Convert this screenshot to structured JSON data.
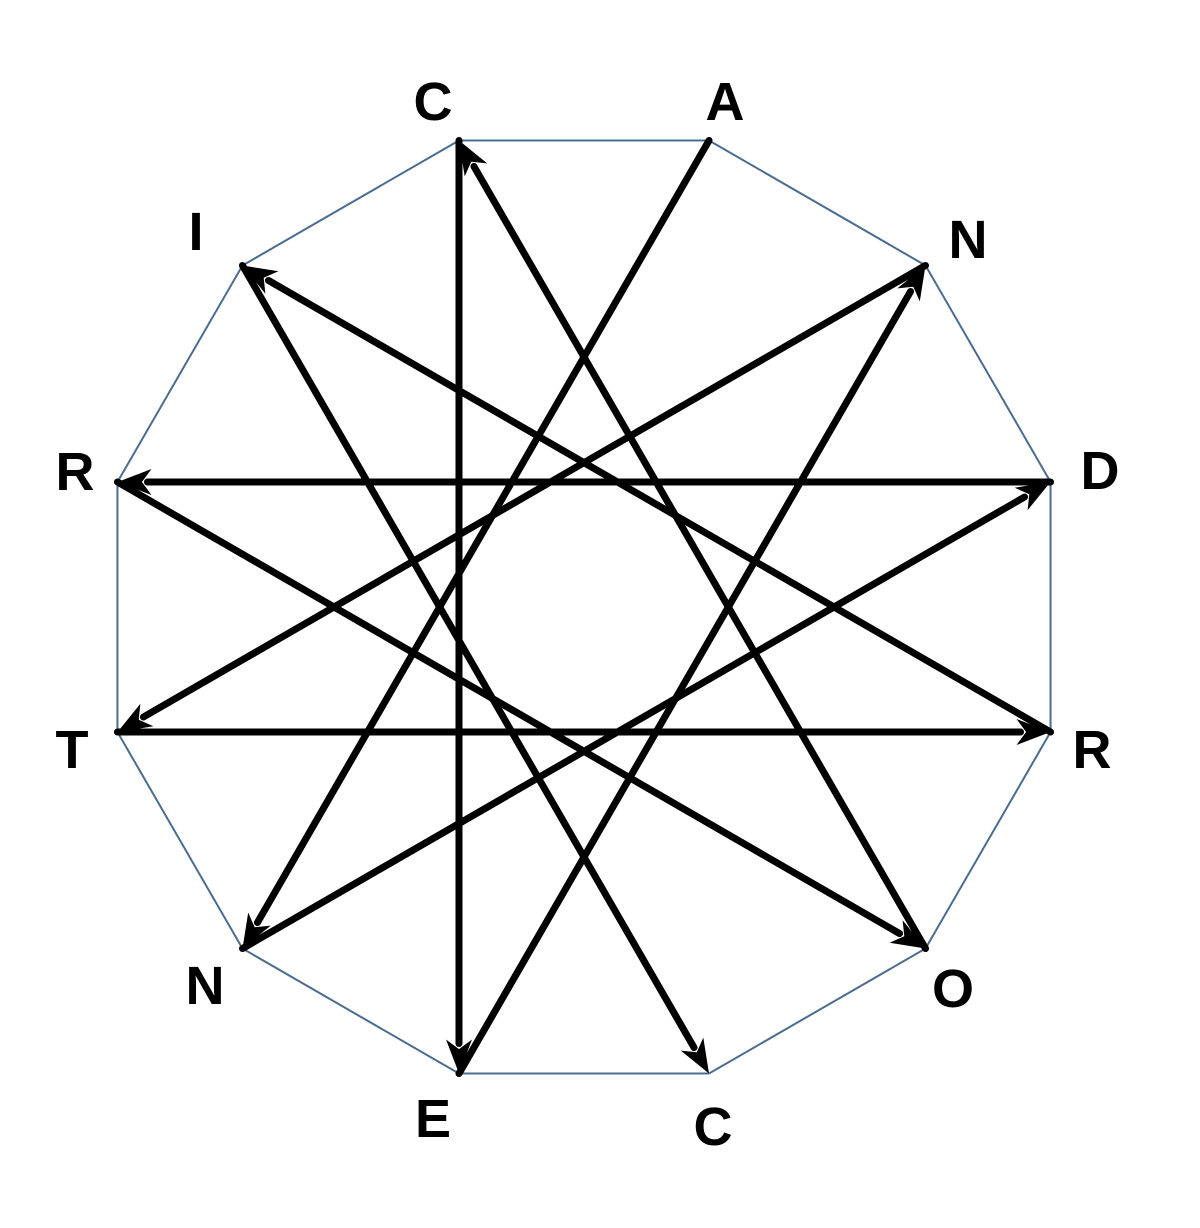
{
  "colors": {
    "outline": "#4a6c8f",
    "arrow": "#000000",
    "label": "#000000",
    "background": "#ffffff"
  },
  "vertices": [
    {
      "id": "top-left",
      "label": "C"
    },
    {
      "id": "top-right",
      "label": "A"
    },
    {
      "id": "upper-right",
      "label": "N"
    },
    {
      "id": "right-upper",
      "label": "D"
    },
    {
      "id": "right-lower",
      "label": "R"
    },
    {
      "id": "lower-right",
      "label": "O"
    },
    {
      "id": "bottom-right",
      "label": "C"
    },
    {
      "id": "bottom-left",
      "label": "E"
    },
    {
      "id": "lower-left",
      "label": "N"
    },
    {
      "id": "left-lower",
      "label": "T"
    },
    {
      "id": "left-upper",
      "label": "R"
    },
    {
      "id": "upper-left",
      "label": "I"
    }
  ],
  "arrows": [
    {
      "from": 1,
      "to": 8
    },
    {
      "from": 8,
      "to": 3
    },
    {
      "from": 3,
      "to": 10
    },
    {
      "from": 10,
      "to": 5
    },
    {
      "from": 5,
      "to": 0
    },
    {
      "from": 0,
      "to": 7
    },
    {
      "from": 7,
      "to": 2
    },
    {
      "from": 2,
      "to": 9
    },
    {
      "from": 9,
      "to": 4
    },
    {
      "from": 4,
      "to": 11
    },
    {
      "from": 11,
      "to": 6
    }
  ]
}
